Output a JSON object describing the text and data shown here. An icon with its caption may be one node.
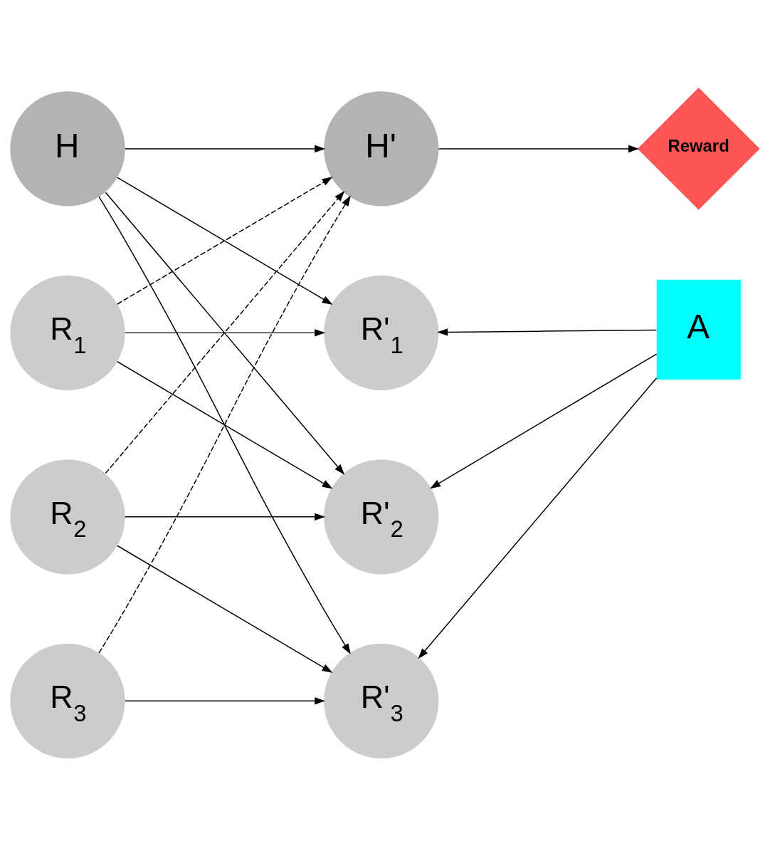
{
  "diagram": {
    "nodes": [
      {
        "text": [
          "H"
        ]
      },
      {
        "text": [
          "H'"
        ]
      },
      {
        "text": [
          "Reward"
        ]
      },
      {
        "text": [
          "R$_{1}$"
        ]
      },
      {
        "text": [
          "R'$_{1}$"
        ]
      },
      {
        "text": [
          "R$_{2}$"
        ]
      },
      {
        "text": [
          "R'$_{2}$"
        ]
      },
      {
        "text": [
          "R$_{3}$"
        ]
      },
      {
        "text": [
          "R'$_{3}$"
        ]
      },
      {
        "text": [
          "A"
        ]
      }
    ],
    "edges": [
      {
        "from": 0,
        "to": 1,
        "arrow": "to"
      },
      {
        "from": 1,
        "to": 2,
        "arrow": "to"
      },
      {
        "from": 0,
        "to": 4,
        "arrow": "to"
      },
      {
        "from": 0,
        "to": 6,
        "arrow": "to"
      },
      {
        "from": 0,
        "to": 8,
        "arrow": "to"
      },
      {
        "from": 3,
        "to": 1,
        "arrow": "to",
        "style": "dashed"
      },
      {
        "from": 5,
        "to": 1,
        "arrow": "to",
        "style": "dashed"
      },
      {
        "from": 7,
        "to": 1,
        "arrow": "to",
        "style": "dashed"
      },
      {
        "from": 3,
        "to": 4,
        "arrow": "to"
      },
      {
        "from": 3,
        "to": 6,
        "arrow": "to"
      },
      {
        "from": 5,
        "to": 6,
        "arrow": "to"
      },
      {
        "from": 5,
        "to": 8,
        "arrow": "to"
      },
      {
        "from": 7,
        "to": 8,
        "arrow": "to"
      },
      {
        "from": 9,
        "to": 4,
        "arrow": "to"
      },
      {
        "from": 9,
        "to": 6,
        "arrow": "to"
      },
      {
        "from": 9,
        "to": 8,
        "arrow": "to"
      }
    ]
  }
}
